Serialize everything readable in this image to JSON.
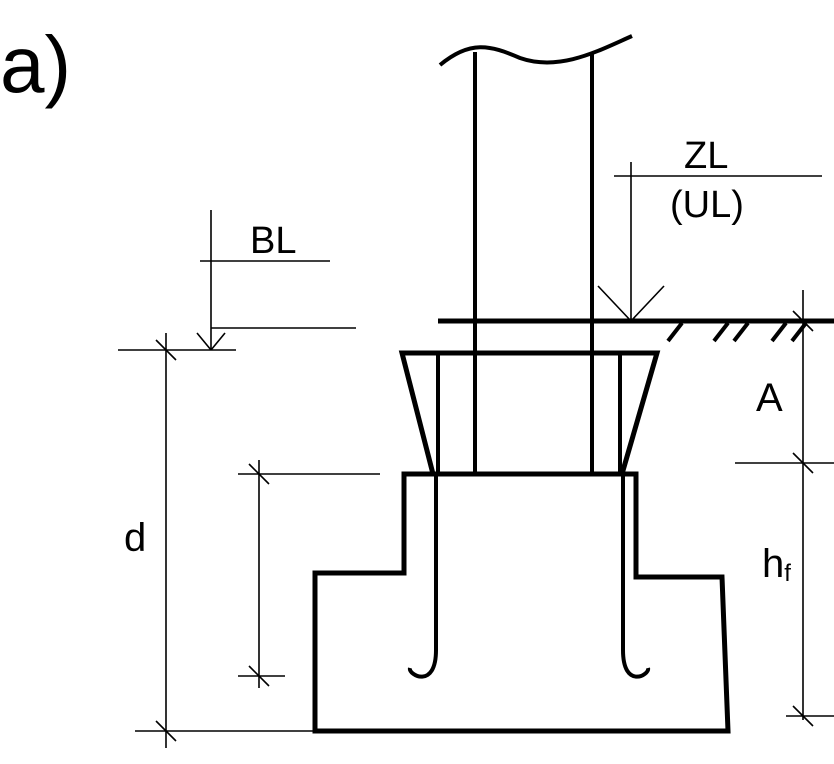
{
  "figure": {
    "panel_label": "a)",
    "labels": {
      "zl": "ZL",
      "ul": "(UL)",
      "bl": "BL",
      "a": "A",
      "d": "d",
      "h": "h",
      "h_sub": "f"
    }
  }
}
